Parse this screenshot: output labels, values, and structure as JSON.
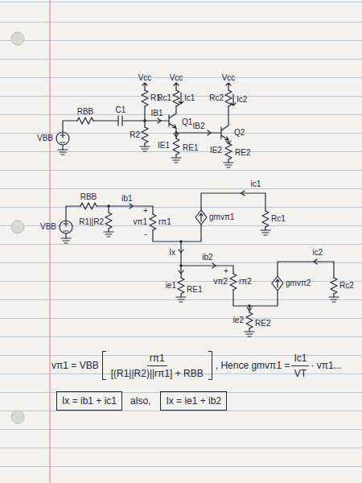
{
  "diagram": {
    "nodes": [
      {
        "text": [
          "Ix = ib1 + ic1"
        ]
      },
      {
        "text": [
          "Ix = ie1 + ib2"
        ]
      }
    ],
    "labels": [
      "Vcc",
      "Vcc",
      "Vcc",
      "R1",
      "Rc1",
      "Ic1",
      "Rc2",
      "Ic2",
      "RBB",
      "C1",
      "IB1",
      "Q1",
      "IB2",
      "Q2",
      "VBB",
      "R2",
      "IE1",
      "RE1",
      "IE2",
      "RE2",
      "RBB",
      "ib1",
      "ic1",
      "VBB",
      "R1||R2",
      "+",
      "vπ1",
      "-",
      "rπ1",
      "gmvπ1",
      "Rc1",
      "Ix",
      "ib2",
      "+",
      "vπ2",
      "rπ2",
      "gmvπ2",
      "ic2",
      "Rc2",
      "ie1",
      "RE1",
      "ie2",
      "RE2",
      "vπ1 = VBB",
      "rπ1",
      "[(R1||R2)||rπ1] + RBB",
      ", Hence gmvπ1 =",
      "Ic1",
      "VT",
      "· vπ1...",
      "also,"
    ]
  }
}
